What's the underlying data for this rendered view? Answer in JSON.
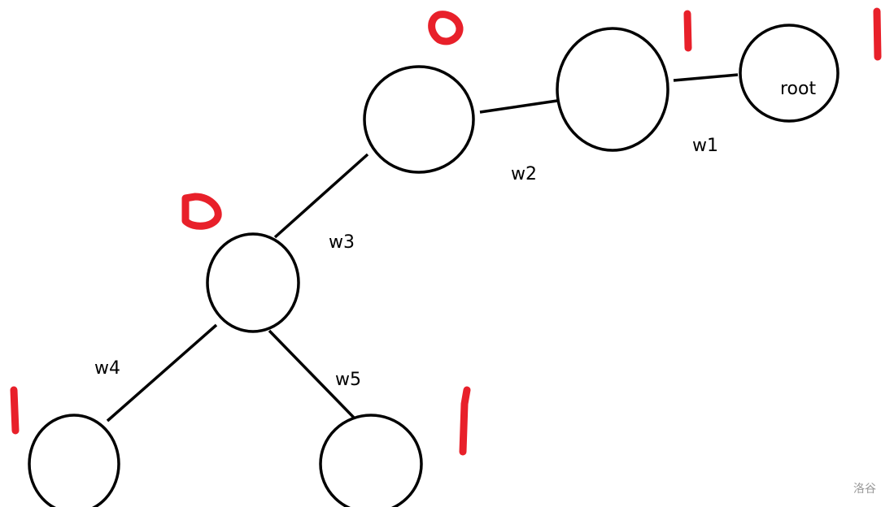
{
  "diagram": {
    "nodes": [
      {
        "id": "root",
        "label": "root",
        "mark": "1"
      },
      {
        "id": "n1",
        "label": "",
        "mark": "1"
      },
      {
        "id": "n2",
        "label": "",
        "mark": "0"
      },
      {
        "id": "n3",
        "label": "",
        "mark": "0"
      },
      {
        "id": "leaf-left",
        "label": "",
        "mark": "1"
      },
      {
        "id": "leaf-right",
        "label": "",
        "mark": "1"
      }
    ],
    "edges": [
      {
        "from": "root",
        "to": "n1",
        "label": "w1"
      },
      {
        "from": "n1",
        "to": "n2",
        "label": "w2"
      },
      {
        "from": "n2",
        "to": "n3",
        "label": "w3"
      },
      {
        "from": "n3",
        "to": "leaf-left",
        "label": "w4"
      },
      {
        "from": "n3",
        "to": "leaf-right",
        "label": "w5"
      }
    ],
    "mark_color": "#e8202a"
  },
  "watermark": "洛谷"
}
